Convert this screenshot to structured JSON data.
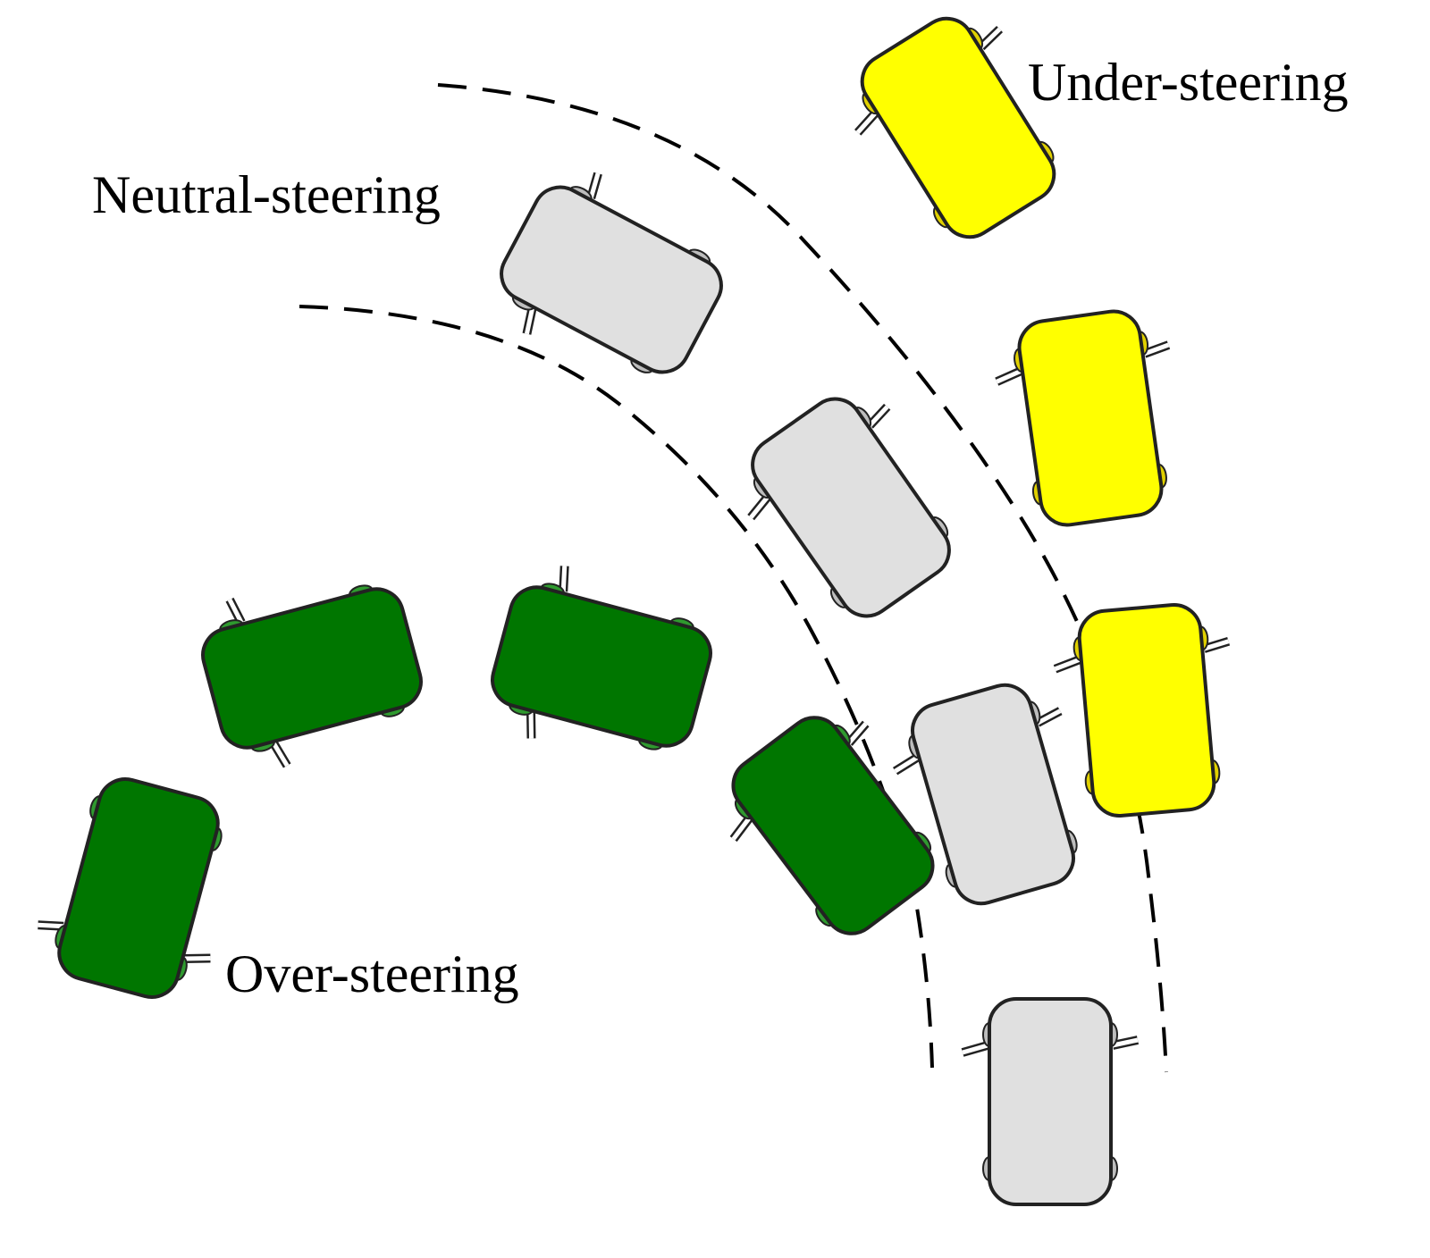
{
  "labels": {
    "under": "Under-steering",
    "neutral": "Neutral-steering",
    "over": "Over-steering"
  },
  "colors": {
    "under_car": "#ffff00",
    "under_wheel": "#e0d000",
    "neutral_car": "#e0e0e0",
    "neutral_wheel": "#bdbdbd",
    "over_car": "#007600",
    "over_wheel": "#2f9a2f",
    "outline": "#222222",
    "path": "#000000"
  },
  "car_groups": [
    {
      "name": "under-steering",
      "count": 3
    },
    {
      "name": "neutral-steering",
      "count": 4
    },
    {
      "name": "over-steering",
      "count": 4
    }
  ]
}
